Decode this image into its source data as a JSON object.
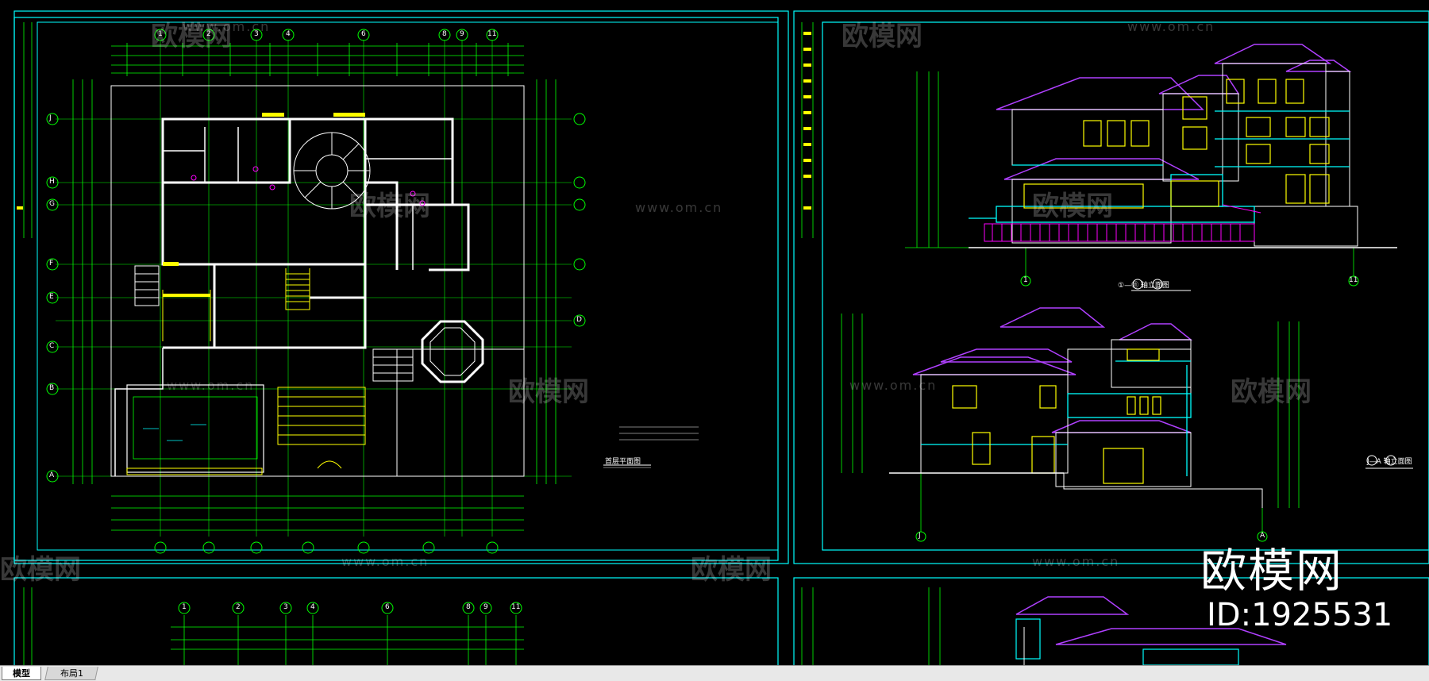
{
  "tabs": [
    {
      "label": "模型",
      "active": true
    },
    {
      "label": "布局1",
      "active": false
    }
  ],
  "watermark": {
    "brand": "欧模网",
    "id": "ID:1925531",
    "url": "www.om.cn"
  },
  "plan": {
    "grid_top": [
      "1",
      "2",
      "3",
      "4",
      "6",
      "8",
      "9",
      "11"
    ],
    "grid_side": [
      "J",
      "H",
      "G",
      "F",
      "E",
      "D",
      "C",
      "B",
      "A"
    ],
    "title": "首层平面图"
  },
  "elevations": {
    "front_caption": "①—⑪ 轴立面图",
    "side_caption": "J—A 轴立面图",
    "axis_left": "1",
    "axis_right": "11",
    "axis_j": "J",
    "axis_a": "A"
  },
  "lower_plan": {
    "grid_top": [
      "1",
      "2",
      "3",
      "4",
      "6",
      "8",
      "9",
      "11"
    ]
  },
  "colors": {
    "frame": "#00ffff",
    "green": "#00ff00",
    "white": "#ffffff",
    "yellow": "#ffff00",
    "magenta": "#ff00ff",
    "purple": "#b040ff",
    "cyan": "#00ffff"
  }
}
